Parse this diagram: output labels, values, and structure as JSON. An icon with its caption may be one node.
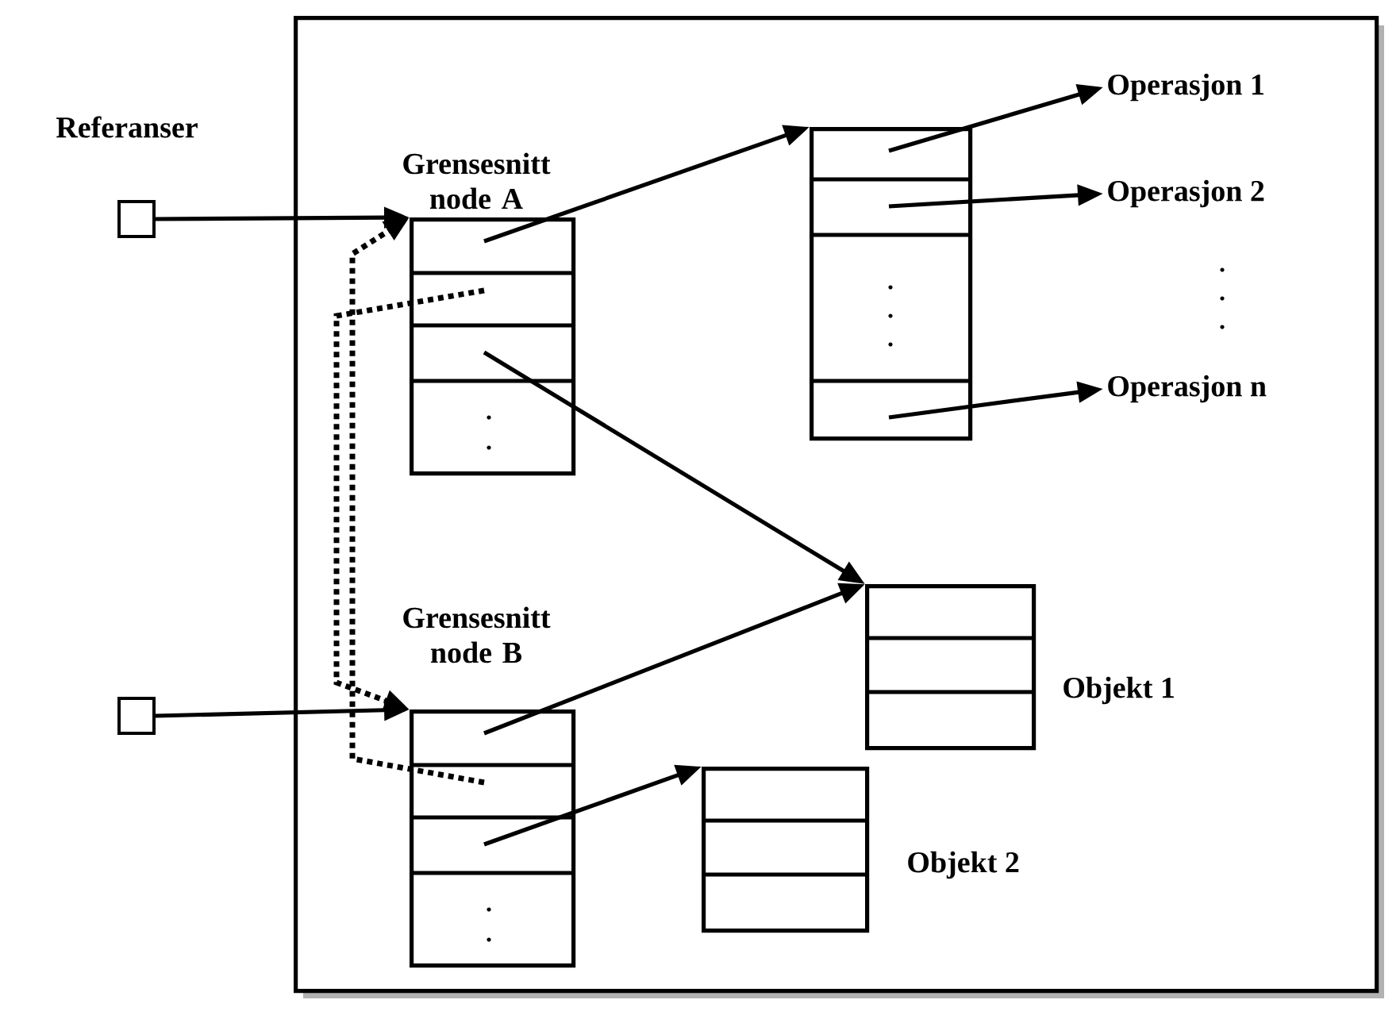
{
  "diagram": {
    "nodes": [
      {
        "text": [],
        "shape": "box"
      },
      {
        "text": [],
        "shape": "box"
      },
      {
        "text": [],
        "shape": "box"
      },
      {
        "text": [
          "Grensesnitt node A"
        ],
        "in": 0
      },
      {
        "text": [
          "Grensesnitt node B"
        ],
        "in": 0
      },
      {
        "text": [],
        "shape": "box",
        "in": 0
      },
      {
        "text": [
          "Operasjon 1"
        ],
        "in": 0
      },
      {
        "text": [
          "Operasjon 2"
        ],
        "in": 0
      },
      {
        "text": [
          "Operasjon n"
        ],
        "in": 0
      },
      {
        "text": [],
        "shape": "box",
        "in": 0,
        "beside": [
          "Objekt 1"
        ]
      },
      {
        "text": [],
        "shape": "box",
        "in": 0,
        "beside": [
          "Objekt 2"
        ]
      }
    ],
    "edges": [
      {
        "from": 1,
        "to": 3,
        "arrow": "to"
      },
      {
        "from": 2,
        "to": 4,
        "arrow": "to"
      },
      {
        "from": 3,
        "to": 5,
        "arrow": "to"
      },
      {
        "from": 3,
        "to": 9,
        "arrow": "to"
      },
      {
        "from": 4,
        "to": 9,
        "arrow": "to"
      },
      {
        "from": 4,
        "to": 10,
        "arrow": "to"
      },
      {
        "from": 5,
        "to": 6,
        "arrow": "to"
      },
      {
        "from": 5,
        "to": 7,
        "arrow": "to"
      },
      {
        "from": 5,
        "to": 8,
        "arrow": "to"
      },
      {
        "from": 3,
        "to": 4,
        "arrow": "to",
        "style": "dashed"
      },
      {
        "from": 4,
        "to": 3,
        "arrow": "to",
        "style": "dashed"
      }
    ],
    "labels": [
      "Referanser"
    ]
  }
}
